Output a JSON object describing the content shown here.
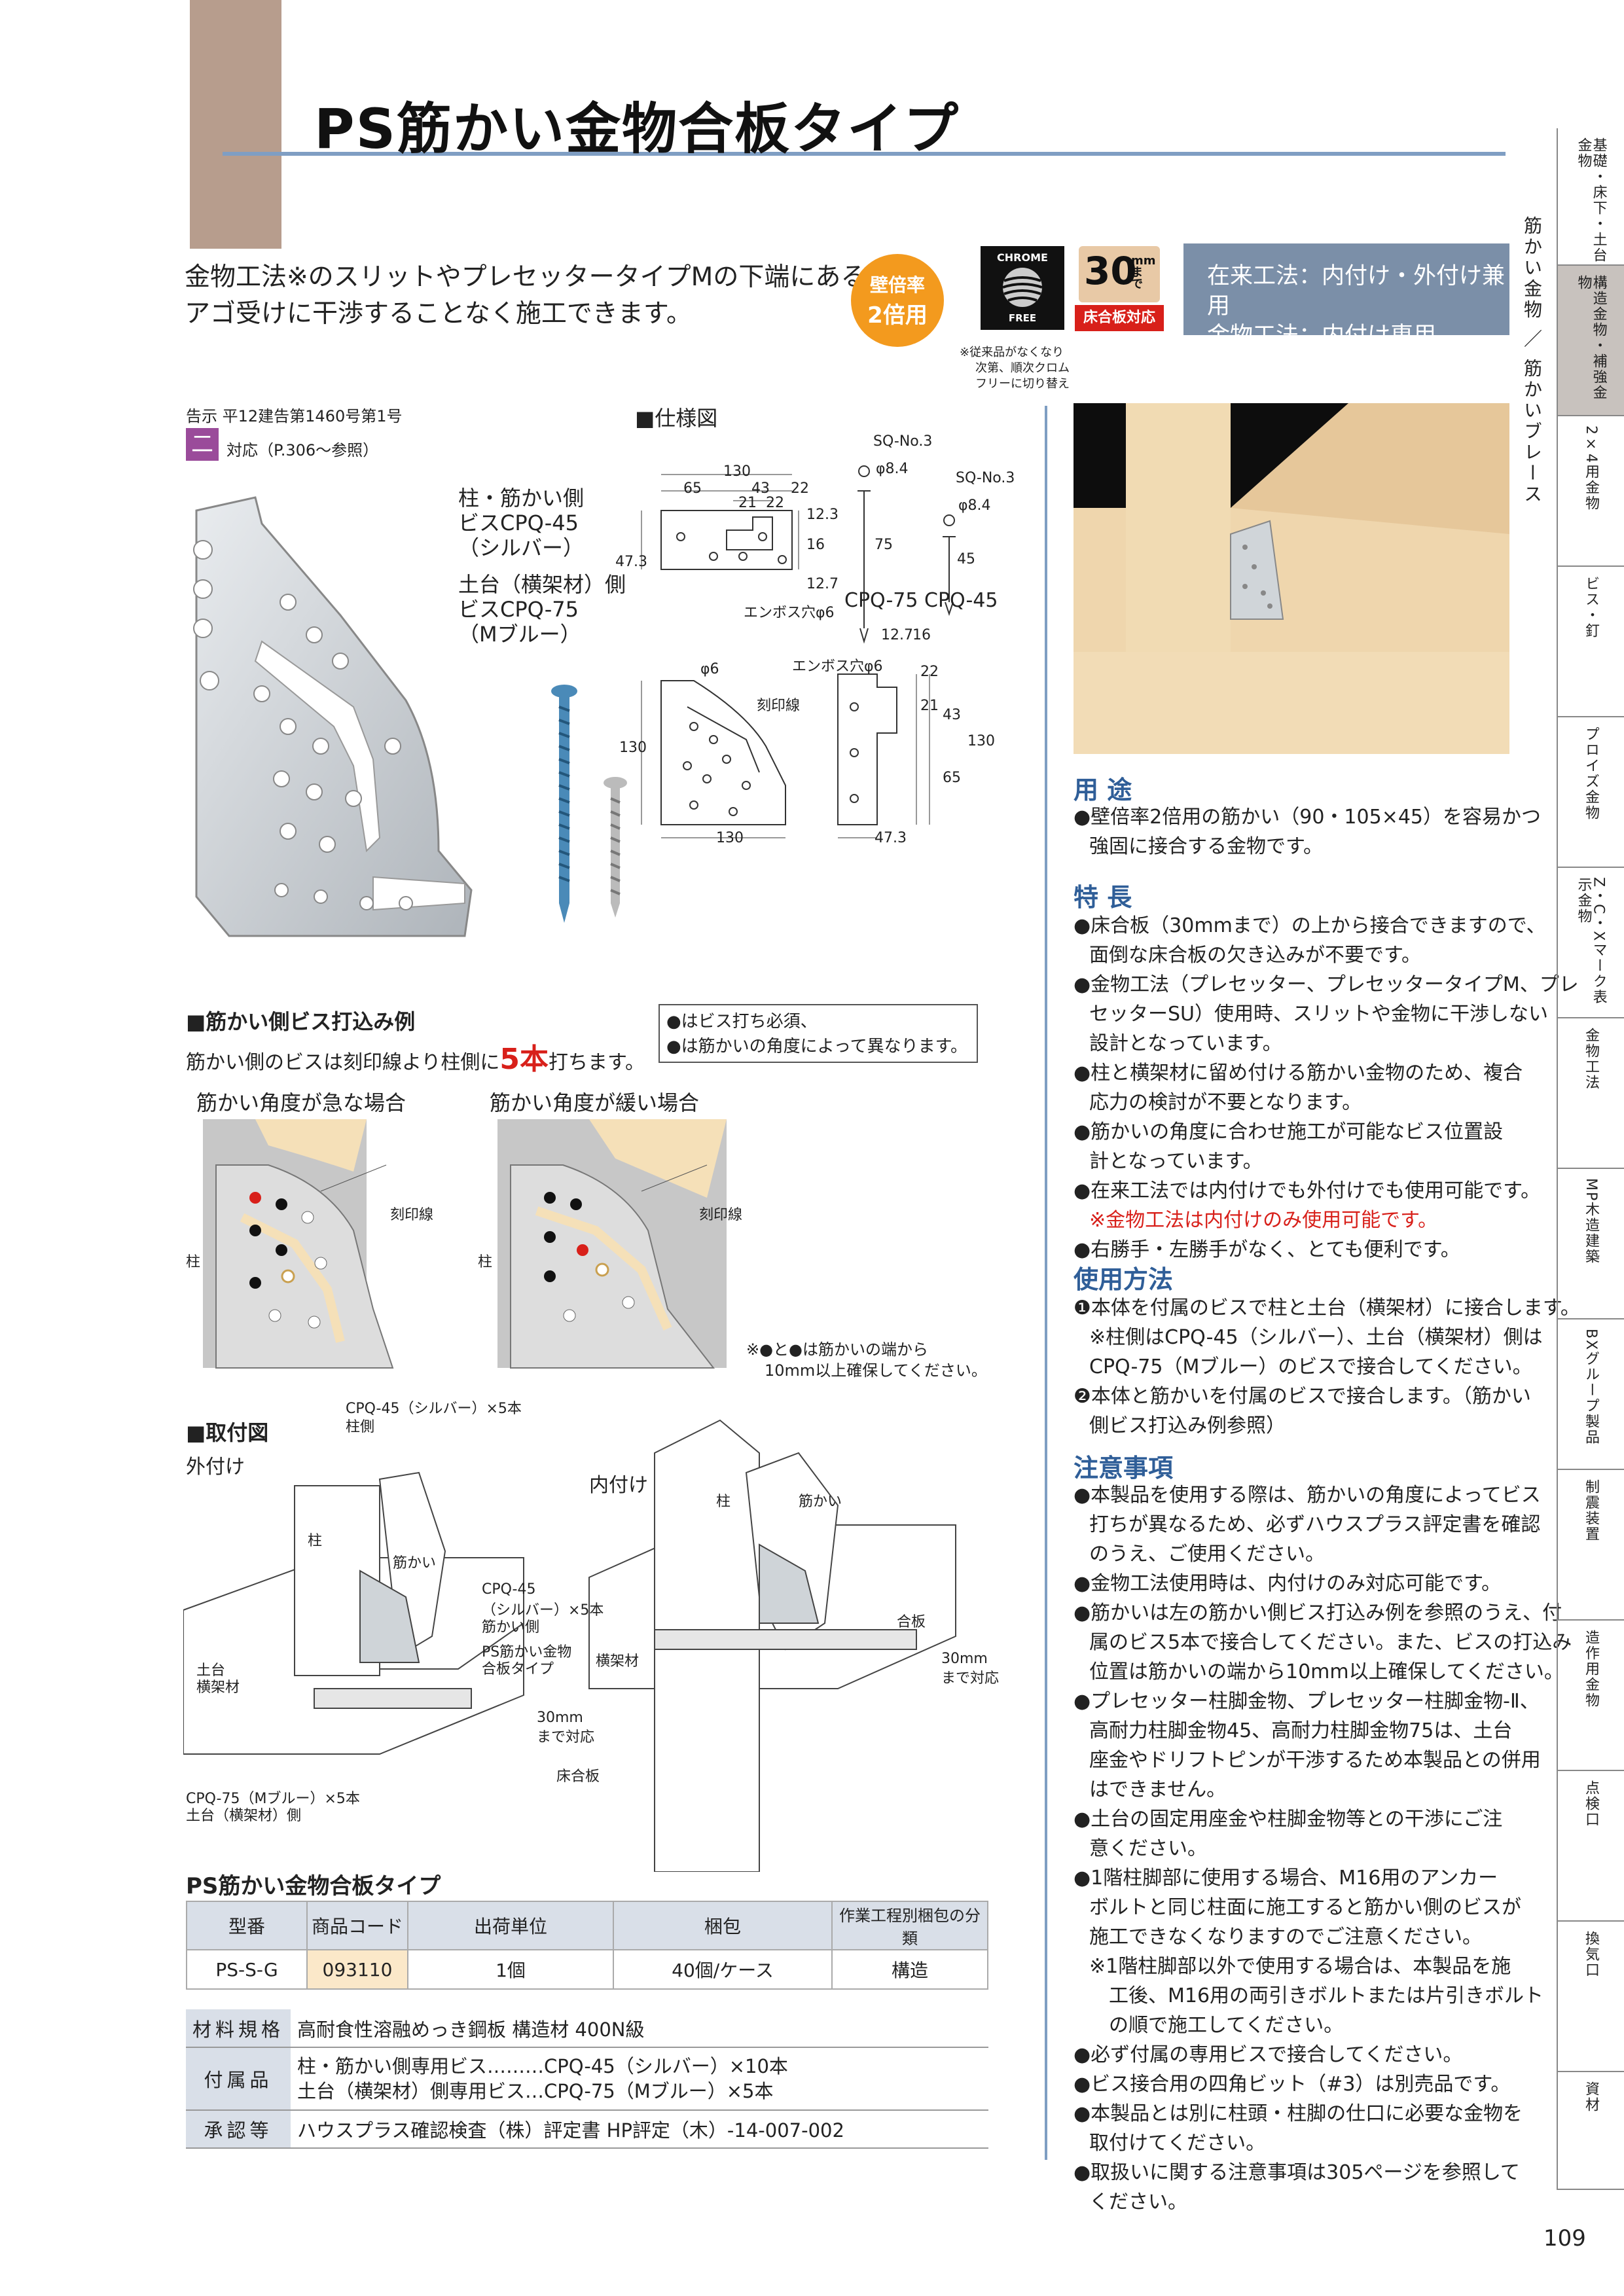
{
  "header": {
    "title": "PS筋かい金物合板タイプ"
  },
  "intro": {
    "line1": "金物工法※のスリットやプレセッタータイプMの下端にある",
    "line2": "アゴ受けに干渉することなく施工できます。"
  },
  "badges": {
    "wall1": "壁倍率",
    "wall2": "2倍用",
    "chrome_top": "CHROME",
    "chrome_bottom": "FREE",
    "thirty": "30",
    "thirty_unit": "mmまで",
    "floor": "床合板対応",
    "chrome_note1": "※従来品がなくなり",
    "chrome_note2": "次第、順次クロム",
    "chrome_note3": "フリーに切り替え"
  },
  "methods": {
    "line1": "在来工法：内付け・外付け兼用",
    "line2": "金物工法：内付け専用"
  },
  "notice": {
    "text": "告示 平12建告第1460号第1号",
    "kanji": "二",
    "ref": "対応（P.306〜参照）"
  },
  "product_labels": {
    "l1": "柱・筋かい側",
    "l2": "ビスCPQ-45",
    "l3": "（シルバー）",
    "l4": "土台（横架材）側",
    "l5": "ビスCPQ-75",
    "l6": "（Mブルー）"
  },
  "spec_diagram": {
    "title": "■仕様図",
    "d130": "130",
    "d65": "65",
    "d43": "43",
    "d22": "22",
    "d21": "21",
    "d22b": "22",
    "d123": "12.3",
    "d473": "47.3",
    "d16": "16",
    "d127": "12.7",
    "d75": "75",
    "d45": "45",
    "sq1": "SQ-No.3",
    "sq2": "SQ-No.3",
    "phi84a": "φ8.4",
    "phi84b": "φ8.4",
    "emboss1": "エンボス穴φ6",
    "emboss2": "エンボス穴φ6",
    "phi6": "φ6",
    "kokuin": "刻印線",
    "cpq75": "CPQ-75",
    "cpq45": "CPQ-45",
    "b130a": "130",
    "b130b": "130",
    "b130c": "130",
    "b473": "47.3",
    "b65": "65",
    "b43": "43",
    "b21": "21",
    "b22": "22",
    "b127": "12.7",
    "b16": "16"
  },
  "screw_example": {
    "title": "■筋かい側ビス打込み例",
    "desc1": "筋かい側のビスは刻印線より柱側に",
    "desc_big": "5本",
    "desc2": "打ちます。",
    "legend1": "●はビス打ち必須、",
    "legend2": "●は筋かいの角度によって異なります。",
    "steep": "筋かい角度が急な場合",
    "gentle": "筋かい角度が緩い場合",
    "kokuin_a": "刻印線",
    "kokuin_b": "刻印線",
    "hashira_a": "柱",
    "hashira_b": "柱",
    "note1": "※●と●は筋かいの端から",
    "note2": "10mm以上確保してください。"
  },
  "mount": {
    "title": "■取付図",
    "outer": "外付け",
    "inner": "内付け",
    "o_cpq45_top1": "CPQ-45（シルバー）×5本",
    "o_cpq45_top2": "柱側",
    "o_hashira": "柱",
    "o_sujikai": "筋かい",
    "o_cpq45_1": "CPQ-45",
    "o_cpq45_2": "（シルバー）×5本",
    "o_cpq45_3": "筋かい側",
    "o_ps1": "PS筋かい金物",
    "o_ps2": "合板タイプ",
    "o_dodai1": "土台",
    "o_dodai2": "横架材",
    "o_30a": "30mm",
    "o_30b": "まで対応",
    "o_yuka": "床合板",
    "o_cpq75_1": "CPQ-75（Mブルー）×5本",
    "o_cpq75_2": "土台（横架材）側",
    "i_hashira": "柱",
    "i_sujikai": "筋かい",
    "i_gouban": "合板",
    "i_oukazai": "横架材",
    "i_30a": "30mm",
    "i_30b": "まで対応"
  },
  "product_table": {
    "title": "PS筋かい金物合板タイプ",
    "headers": [
      "型番",
      "商品コード",
      "出荷単位",
      "梱包",
      "作業工程別梱包の分類"
    ],
    "row": [
      "PS-S-G",
      "093110",
      "1個",
      "40個/ケース",
      "構造"
    ]
  },
  "spec_table": {
    "material_k": "材料規格",
    "material_v": "高耐食性溶融めっき鋼板 構造材 400N級",
    "acc_k": "付属品",
    "acc_v1": "柱・筋かい側専用ビス………CPQ-45（シルバー）×10本",
    "acc_v2": "土台（横架材）側専用ビス…CPQ-75（Mブルー）×5本",
    "appr_k": "承認等",
    "appr_v": "ハウスプラス確認検査（株）評定書 HP評定（木）-14-007-002"
  },
  "usage": {
    "title": "用 途",
    "l1": "●壁倍率2倍用の筋かい（90・105×45）を容易かつ",
    "l2": "強固に接合する金物です。"
  },
  "features": {
    "title": "特 長",
    "lines": [
      "●床合板（30mmまで）の上から接合できますので、",
      "面倒な床合板の欠き込みが不要です。",
      "●金物工法（プレセッター、プレセッタータイプM、プレ",
      "セッターSU）使用時、スリットや金物に干渉しない",
      "設計となっています。",
      "●柱と横架材に留め付ける筋かい金物のため、複合",
      "応力の検討が不要となります。",
      "●筋かいの角度に合わせ施工が可能なビス位置設",
      "計となっています。",
      "●在来工法では内付けでも外付けでも使用可能です。",
      "※金物工法は内付けのみ使用可能です。",
      "●右勝手・左勝手がなく、とても便利です。"
    ]
  },
  "howto": {
    "title": "使用方法",
    "lines": [
      "❶本体を付属のビスで柱と土台（横架材）に接合します。",
      "※柱側はCPQ-45（シルバー）、土台（横架材）側は",
      "CPQ-75（Mブルー）のビスで接合してください。",
      "❷本体と筋かいを付属のビスで接合します。（筋かい",
      "側ビス打込み例参照）"
    ]
  },
  "cautions": {
    "title": "注意事項",
    "lines": [
      "●本製品を使用する際は、筋かいの角度によってビス",
      "打ちが異なるため、必ずハウスプラス評定書を確認",
      "のうえ、ご使用ください。",
      "●金物工法使用時は、内付けのみ対応可能です。",
      "●筋かいは左の筋かい側ビス打込み例を参照のうえ、付",
      "属のビス5本で接合してください。また、ビスの打込み",
      "位置は筋かいの端から10mm以上確保してください。",
      "●プレセッター柱脚金物、プレセッター柱脚金物-Ⅱ、",
      "高耐力柱脚金物45、高耐力柱脚金物75は、土台",
      "座金やドリフトピンが干渉するため本製品との併用",
      "はできません。",
      "●土台の固定用座金や柱脚金物等との干渉にご注",
      "意ください。",
      "●1階柱脚部に使用する場合、M16用のアンカー",
      "ボルトと同じ柱面に施工すると筋かい側のビスが",
      "施工できなくなりますのでご注意ください。",
      "※1階柱脚部以外で使用する場合は、本製品を施",
      "工後、M16用の両引きボルトまたは片引きボルト",
      "の順で施工してください。",
      "●必ず付属の専用ビスで接合してください。",
      "●ビス接合用の四角ビット（#3）は別売品です。",
      "●本製品とは別に柱頭・柱脚の仕口に必要な金物を",
      "取付けてください。",
      "●取扱いに関する注意事項は305ページを参照して",
      "ください。"
    ]
  },
  "side_index": {
    "category": "筋かい金物 ／ 筋かいブレース",
    "items": [
      "基礎・床下・土台金物",
      "構造金物・補強金物",
      "2×4用金物",
      "ビス・釘",
      "プロイズ金物",
      "Z・C・Xマーク表示金物",
      "金物工法",
      "MP木造建築",
      "BXグループ製品",
      "制震装置",
      "造作用金物",
      "点検口",
      "換気口",
      "資材"
    ]
  },
  "page_number": "109",
  "colors": {
    "accent_blue": "#2f5e98",
    "band_brown": "#b79d8d",
    "line_blue": "#7f9ec3",
    "box_gray_blue": "#7b8fa8",
    "badge_orange": "#f39a1e",
    "red": "#d8201a"
  }
}
